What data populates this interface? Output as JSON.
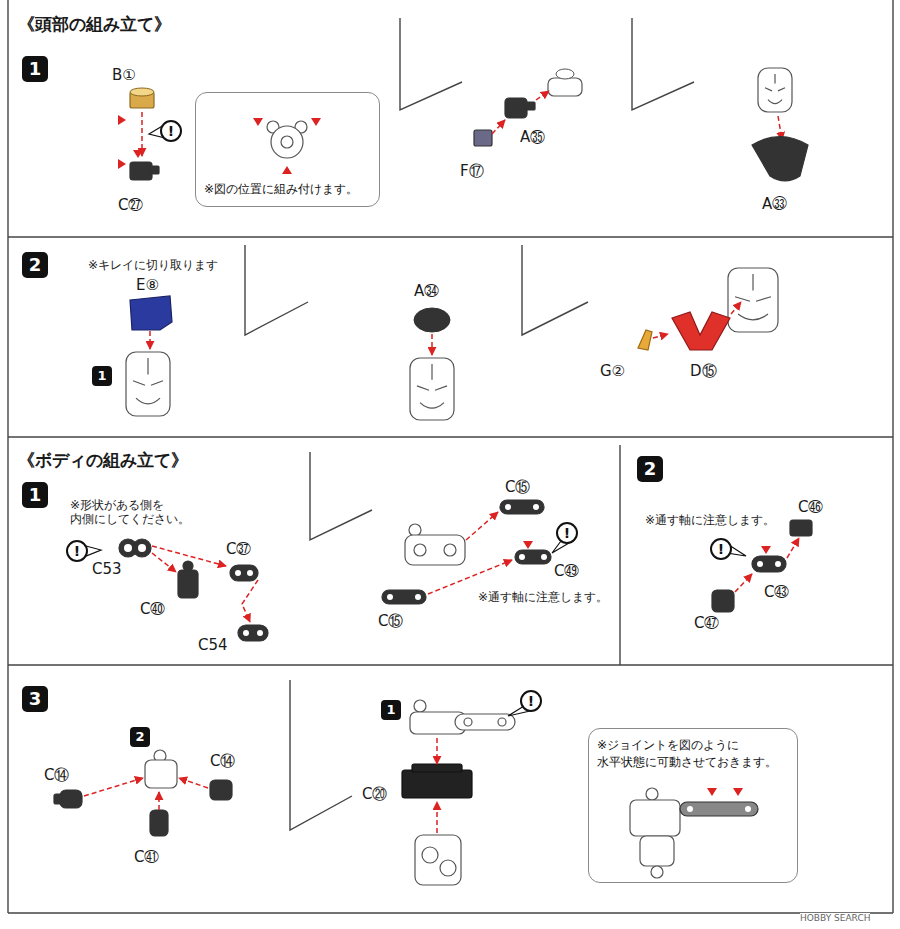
{
  "diagram": {
    "nodes": [
      {
        "text": [
          "1"
        ]
      },
      {
        "text": [
          "!"
        ]
      },
      {
        "text": [
          "※図の位置に組み付けます。"
        ]
      },
      {
        "text": [
          "2"
        ]
      },
      {
        "text": [
          "1"
        ]
      },
      {
        "text": [
          "1"
        ]
      },
      {
        "text": [
          "!"
        ]
      },
      {
        "text": [
          "!"
        ]
      },
      {
        "text": [
          "2"
        ]
      },
      {
        "text": [
          "!"
        ]
      },
      {
        "text": [
          "3"
        ]
      },
      {
        "text": [
          "2"
        ]
      },
      {
        "text": [
          "1"
        ]
      },
      {
        "text": [
          "!"
        ]
      },
      {
        "text": [
          "※ジョイントを図のように 水平状態に可動させておきます。"
        ]
      }
    ],
    "labels": [
      "《頭部の組み立て》",
      "B①",
      "C㉗",
      "A㉟",
      "F⑰",
      "A㉝",
      "※キレイに切り取ります",
      "E⑧",
      "A㉞",
      "G②",
      "D⑮",
      "《ボディの組み立て》",
      "※形状がある側を 内側にしてください。",
      "C53",
      "C㊵",
      "C㊲",
      "C54",
      "C⑮",
      "C㊾",
      "※通す軸に注意します。",
      "C⑮",
      "※通す軸に注意します。",
      "C㊻",
      "C㊸",
      "C㊼",
      "C⑭",
      "C⑭",
      "C㊶",
      "C⑳",
      "HOBBY SEARCH"
    ]
  }
}
